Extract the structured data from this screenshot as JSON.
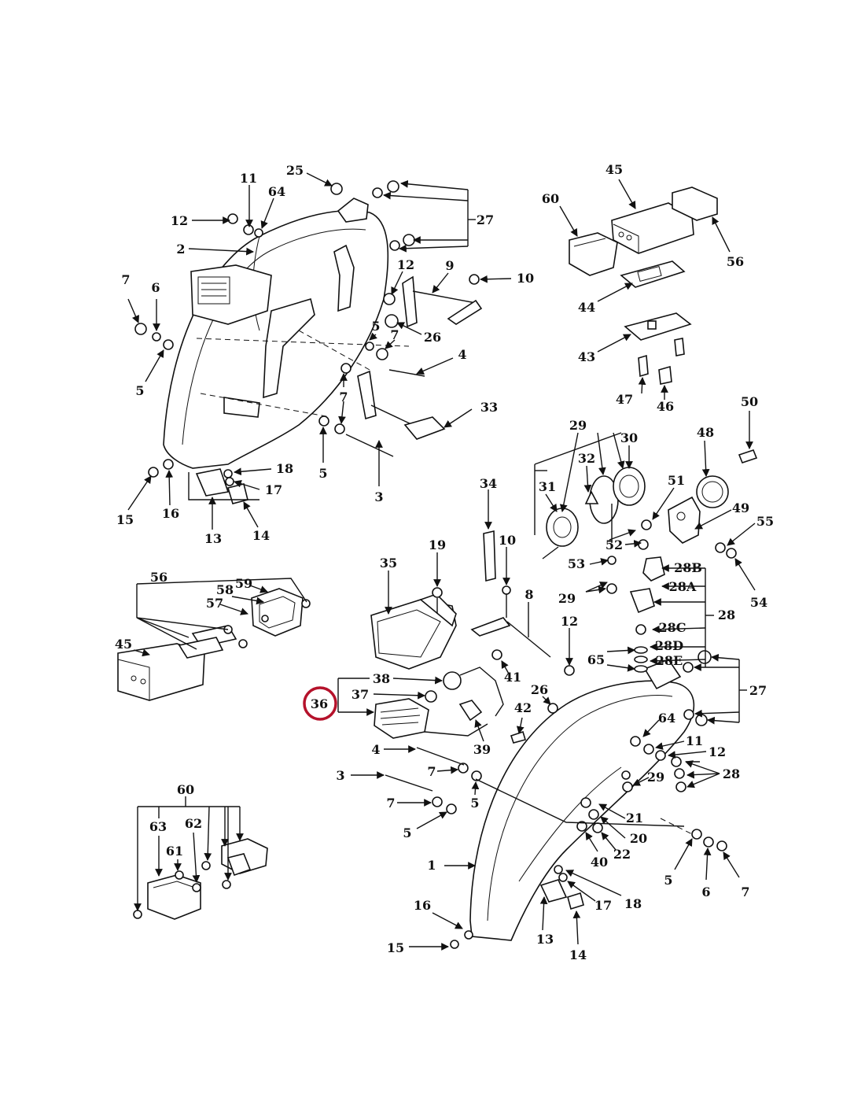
{
  "highlight": {
    "label": "36",
    "color": "#b5122b"
  },
  "labels": {
    "l25": "25",
    "l11a": "11",
    "l64a": "64",
    "l12a": "12",
    "l2": "2",
    "l27a": "27",
    "l12b": "12",
    "l9a": "9",
    "l10a": "10",
    "l7a": "7",
    "l6a": "6",
    "l5a": "5",
    "l5b": "5",
    "l7b": "7",
    "l26a": "26",
    "l4a": "4",
    "l7c": "7",
    "l33": "33",
    "l18a": "18",
    "l17a": "17",
    "l5c": "5",
    "l3a": "3",
    "l15a": "15",
    "l16a": "16",
    "l13a": "13",
    "l14a": "14",
    "l45a": "45",
    "l60a": "60",
    "l56a": "56",
    "l44": "44",
    "l43": "43",
    "l47": "47",
    "l46": "46",
    "l29a": "29",
    "l30": "30",
    "l32": "32",
    "l31": "31",
    "l48": "48",
    "l50": "50",
    "l51": "51",
    "l49": "49",
    "l55": "55",
    "l52": "52",
    "l53": "53",
    "l54": "54",
    "l28B": "28B",
    "l28A": "28A",
    "l28a": "28",
    "l28C": "28C",
    "l28D": "28D",
    "l28E": "28E",
    "l65": "65",
    "l29b": "29",
    "l34": "34",
    "l19": "19",
    "l10b": "10",
    "l35": "35",
    "l8": "8",
    "l12c": "12",
    "l56b": "56",
    "l58": "58",
    "l59": "59",
    "l57": "57",
    "l45b": "45",
    "l38": "38",
    "l37": "37",
    "l41": "41",
    "l26b": "26",
    "l27b": "27",
    "l42": "42",
    "l39": "39",
    "l4b": "4",
    "l3b": "3",
    "l7d": "7",
    "l5d": "5",
    "l7e": "7",
    "l5e": "5",
    "l64b": "64",
    "l11b": "11",
    "l12d": "12",
    "l29c": "29",
    "l28b": "28",
    "l21": "21",
    "l20": "20",
    "l22": "22",
    "l40": "40",
    "l1": "1",
    "l5f": "5",
    "l6b": "6",
    "l7f": "7",
    "l18b": "18",
    "l17b": "17",
    "l16b": "16",
    "l13b": "13",
    "l14b": "14",
    "l15b": "15",
    "l60b": "60",
    "l63": "63",
    "l62": "62",
    "l61": "61"
  }
}
